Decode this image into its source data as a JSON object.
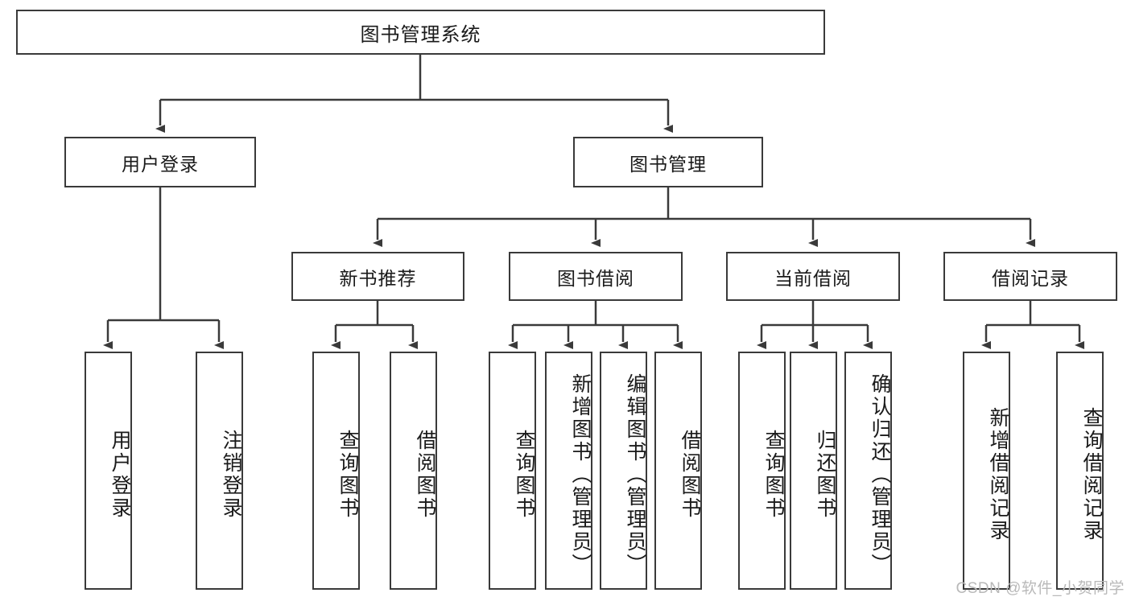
{
  "diagram": {
    "title": "图书管理系统",
    "type": "tree-hierarchy-diagram",
    "colors": {
      "box_border": "#3a3a3a",
      "box_fill": "#ffffff",
      "connector": "#3a3a3a",
      "watermark": "#b9b9b9",
      "background": "#ffffff"
    },
    "root": {
      "label": "图书管理系统"
    },
    "level2": [
      {
        "label": "用户登录"
      },
      {
        "label": "图书管理"
      }
    ],
    "level3": [
      {
        "label": "新书推荐"
      },
      {
        "label": "图书借阅"
      },
      {
        "label": "当前借阅"
      },
      {
        "label": "借阅记录"
      }
    ],
    "leaves": {
      "user_login": [
        {
          "label": "用户登录"
        },
        {
          "label": "注销登录"
        }
      ],
      "new_book_recommend": [
        {
          "label": "查询图书"
        },
        {
          "label": "借阅图书"
        }
      ],
      "book_borrow": [
        {
          "label": "查询图书"
        },
        {
          "label": "新增图书（管理员）"
        },
        {
          "label": "编辑图书（管理员）"
        },
        {
          "label": "借阅图书"
        }
      ],
      "current_borrow": [
        {
          "label": "查询图书"
        },
        {
          "label": "归还图书"
        },
        {
          "label": "确认归还（管理员）"
        }
      ],
      "borrow_record": [
        {
          "label": "新增借阅记录"
        },
        {
          "label": "查询借阅记录"
        }
      ]
    },
    "watermark": "CSDN @软件_小贺同学"
  }
}
